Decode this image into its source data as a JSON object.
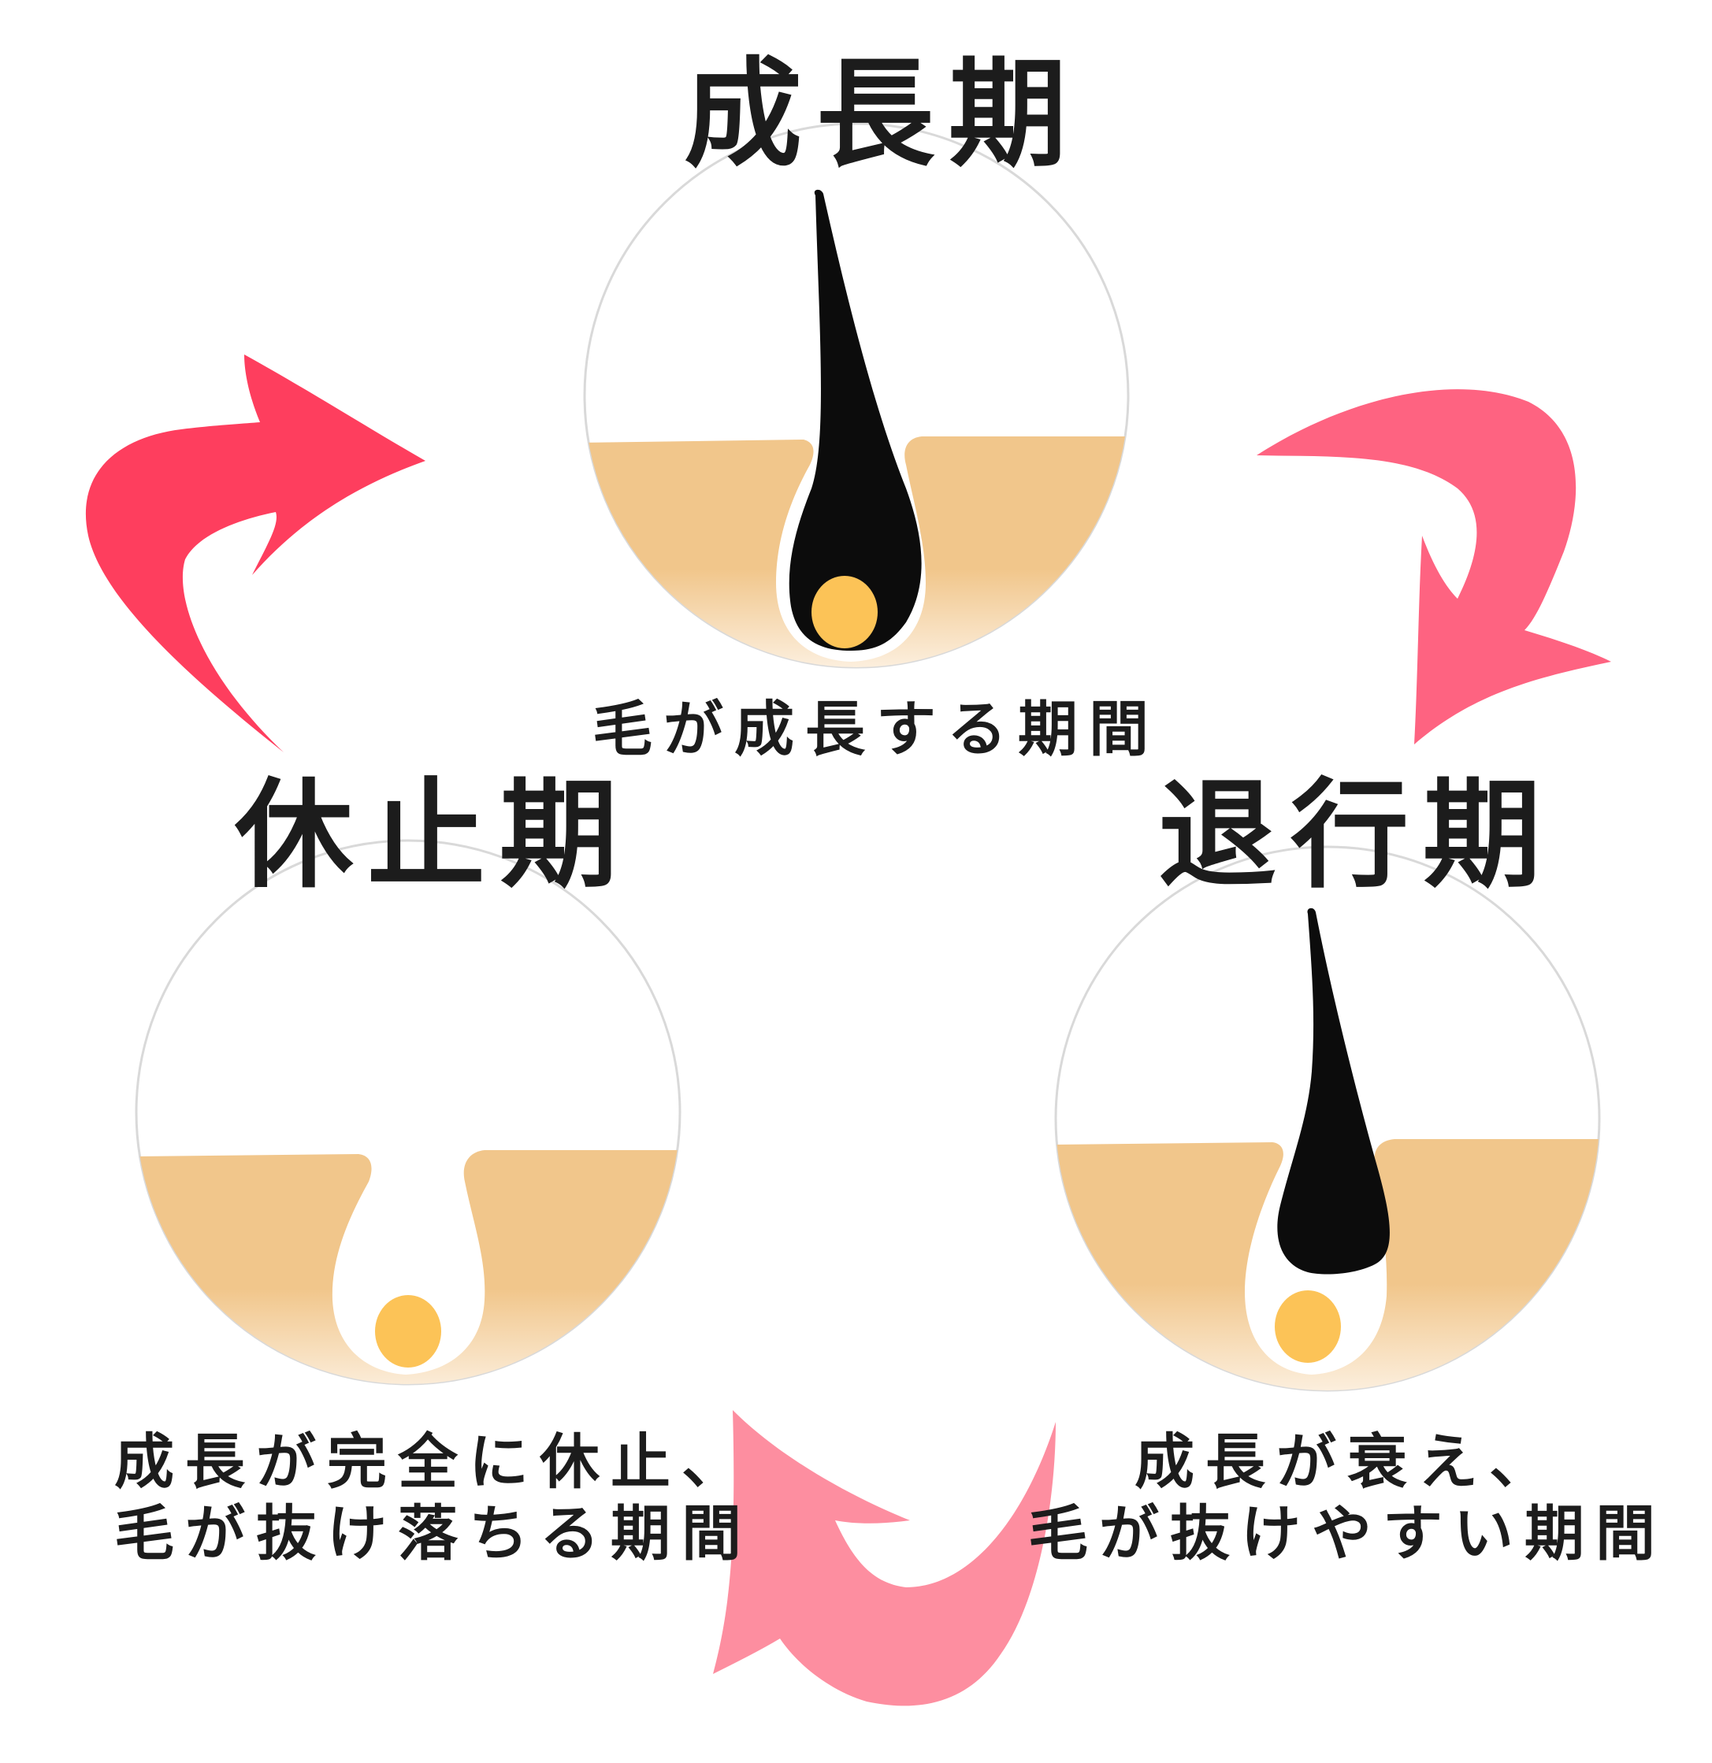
{
  "colors": {
    "skin": "#f1c68b",
    "skin_fade": "#fdf3e6",
    "hair": "#0c0c0c",
    "papilla": "#fcc357",
    "circle_border": "#d9d9d9",
    "arrow_left": "#fe3e5e",
    "arrow_right": "#fe6381",
    "arrow_bottom": "#fd8ea0",
    "text": "#1c1c1c"
  },
  "stages": {
    "growth": {
      "title": "成長期",
      "description": [
        "毛が成長する期間"
      ]
    },
    "regression": {
      "title": "退行期",
      "description": [
        "成長が衰え、",
        "毛が抜けやすい期間"
      ]
    },
    "resting": {
      "title": "休止期",
      "description": [
        "成長が完全に休止、",
        "毛が抜け落ちる期間"
      ]
    }
  }
}
